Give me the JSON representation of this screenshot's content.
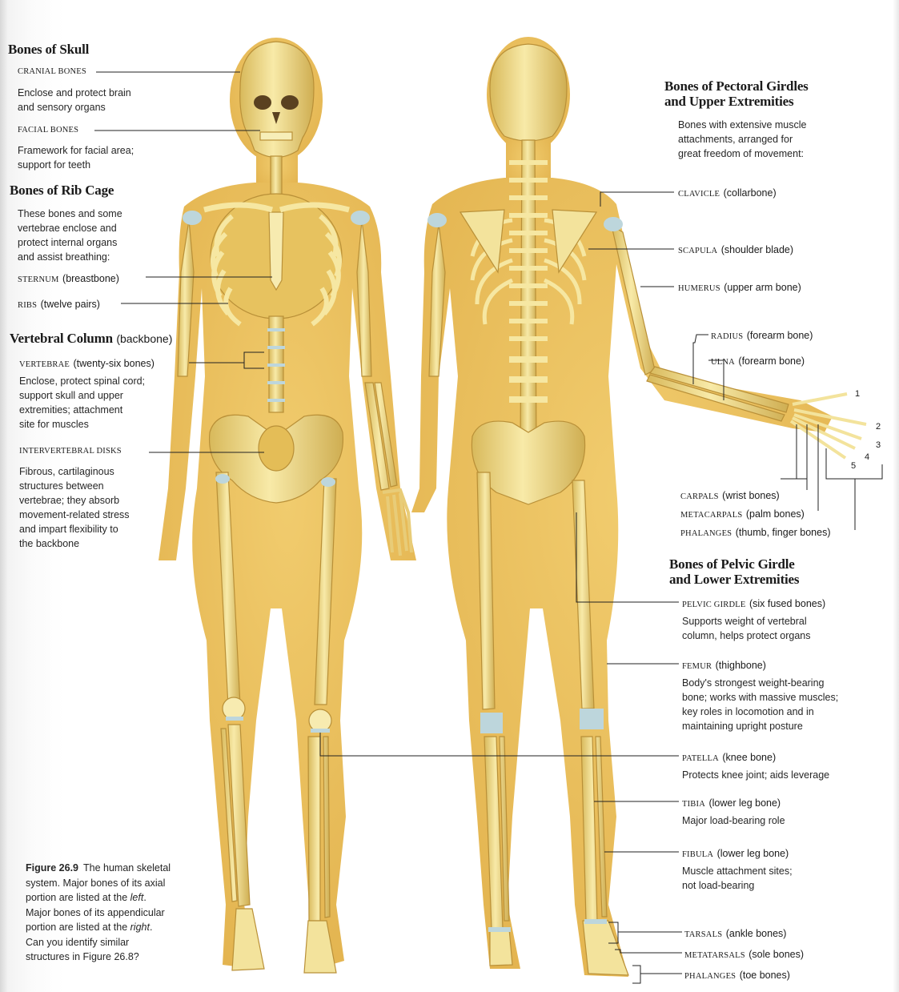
{
  "colors": {
    "skin": "#ecc35e",
    "skin_edge": "#d9a93f",
    "bone": "#f3e39c",
    "bone_shade": "#c9a54a",
    "cartilage": "#bdd6dc",
    "line": "#222222"
  },
  "axial": {
    "skull": {
      "heading": "Bones of Skull",
      "cranial": {
        "term": "CRANIAL BONES",
        "desc": "Enclose and protect brain\nand sensory organs"
      },
      "facial": {
        "term": "FACIAL BONES",
        "desc": "Framework for facial area;\nsupport for teeth"
      }
    },
    "rib_cage": {
      "heading": "Bones of Rib Cage",
      "desc": "These bones and some\nvertebrae enclose and\nprotect internal organs\nand assist breathing:",
      "sternum": {
        "term": "STERNUM",
        "common": "(breastbone)"
      },
      "ribs": {
        "term": "RIBS",
        "common": "(twelve pairs)"
      }
    },
    "vertebral": {
      "heading": "Vertebral Column",
      "heading_common": "(backbone)",
      "vertebrae": {
        "term": "VERTEBRAE",
        "common": "(twenty-six bones)",
        "desc": "Enclose, protect spinal cord;\nsupport skull and upper\nextremities; attachment\nsite for muscles"
      },
      "disks": {
        "term": "INTERVERTEBRAL DISKS",
        "desc": "Fibrous, cartilaginous\nstructures between\nvertebrae; they absorb\nmovement-related stress\nand impart flexibility to\nthe backbone"
      }
    }
  },
  "appendicular": {
    "pectoral": {
      "heading": "Bones of Pectoral Girdles\nand Upper Extremities",
      "desc": "Bones with extensive muscle\nattachments, arranged for\ngreat freedom of movement:",
      "clavicle": {
        "term": "CLAVICLE",
        "common": "(collarbone)"
      },
      "scapula": {
        "term": "SCAPULA",
        "common": "(shoulder blade)"
      },
      "humerus": {
        "term": "HUMERUS",
        "common": "(upper arm bone)"
      },
      "radius": {
        "term": "RADIUS",
        "common": "(forearm bone)"
      },
      "ulna": {
        "term": "ULNA",
        "common": "(forearm bone)"
      },
      "carpals": {
        "term": "CARPALS",
        "common": "(wrist bones)"
      },
      "metacarpals": {
        "term": "METACARPALS",
        "common": "(palm bones)"
      },
      "phalanges": {
        "term": "PHALANGES",
        "common": "(thumb, finger bones)"
      },
      "digits": [
        "1",
        "2",
        "3",
        "4",
        "5"
      ]
    },
    "pelvic": {
      "heading": "Bones of Pelvic Girdle\nand Lower Extremities",
      "pelvic_girdle": {
        "term": "PELVIC GIRDLE",
        "common": "(six fused bones)",
        "desc": "Supports weight of vertebral\ncolumn, helps protect organs"
      },
      "femur": {
        "term": "FEMUR",
        "common": "(thighbone)",
        "desc": "Body's strongest weight-bearing\nbone; works with massive muscles;\nkey roles in locomotion and in\nmaintaining upright posture"
      },
      "patella": {
        "term": "PATELLA",
        "common": "(knee bone)",
        "desc": "Protects knee joint; aids leverage"
      },
      "tibia": {
        "term": "TIBIA",
        "common": "(lower leg bone)",
        "desc": "Major load-bearing role"
      },
      "fibula": {
        "term": "FIBULA",
        "common": "(lower leg bone)",
        "desc": "Muscle attachment sites;\nnot load-bearing"
      },
      "tarsals": {
        "term": "TARSALS",
        "common": "(ankle bones)"
      },
      "metatarsals": {
        "term": "METATARSALS",
        "common": "(sole bones)"
      },
      "phalanges": {
        "term": "PHALANGES",
        "common": "(toe bones)"
      }
    }
  },
  "caption": {
    "label": "Figure 26.9",
    "line1": "The human skeletal",
    "line2": "system. Major bones of its axial",
    "line3a": "portion are listed at the ",
    "line3b": "left",
    "line3c": ".",
    "line4": "Major bones of its appendicular",
    "line5a": "portion are listed at the ",
    "line5b": "right",
    "line5c": ".",
    "line6": "Can you identify similar",
    "line7": "structures in Figure 26.8?"
  }
}
